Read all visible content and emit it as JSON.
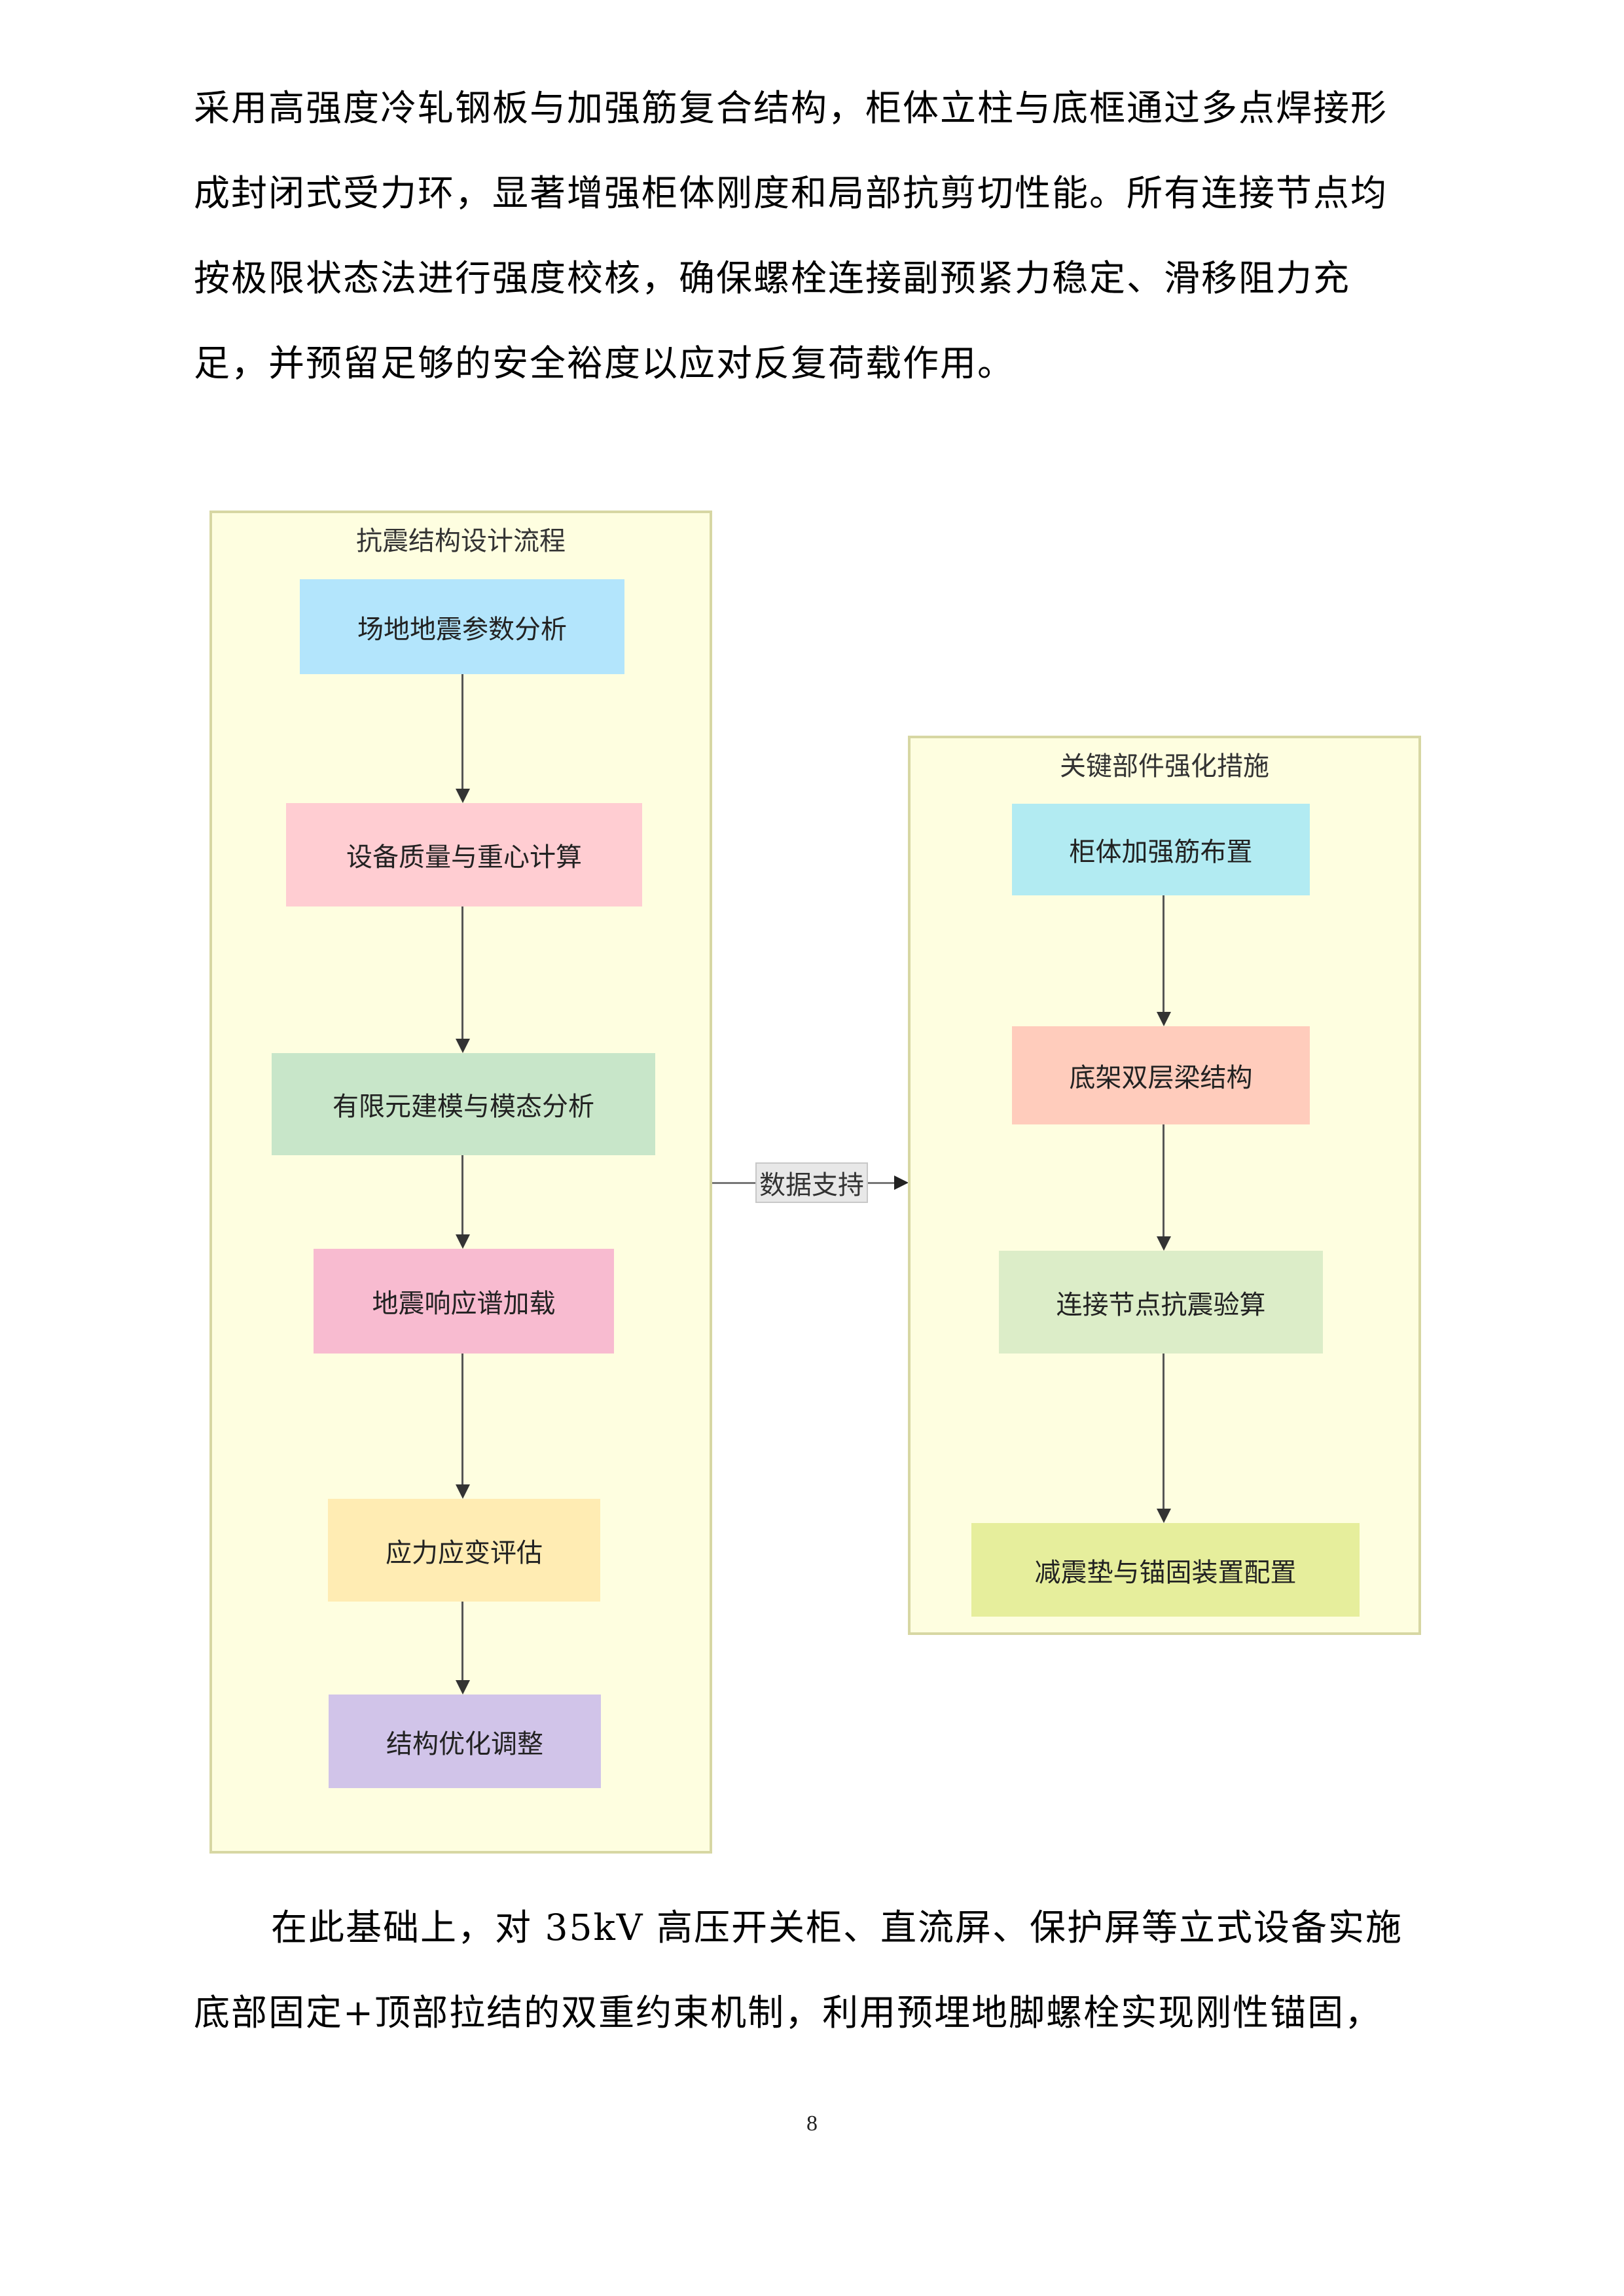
{
  "document": {
    "paragraph_top": {
      "lines": [
        "采用高强度冷轧钢板与加强筋复合结构，柜体立柱与底框通过多点焊接形",
        "成封闭式受力环，显著增强柜体刚度和局部抗剪切性能。所有连接节点均",
        "按极限状态法进行强度校核，确保螺栓连接副预紧力稳定、滑移阻力充",
        "足，并预留足够的安全裕度以应对反复荷载作用。"
      ]
    },
    "paragraph_bottom": {
      "lines": [
        "在此基础上，对 35kV 高压开关柜、直流屏、保护屏等立式设备实施",
        "底部固定+顶部拉结的双重约束机制，利用预埋地脚螺栓实现刚性锚固，"
      ]
    },
    "page_number": "8"
  },
  "diagram": {
    "left_cluster": {
      "title": "抗震结构设计流程",
      "nodes": [
        {
          "label": "场地地震参数分析",
          "color": "#b3e5fc"
        },
        {
          "label": "设备质量与重心计算",
          "color": "#ffcdd2"
        },
        {
          "label": "有限元建模与模态分析",
          "color": "#c8e6c9"
        },
        {
          "label": "地震响应谱加载",
          "color": "#f8bbd0"
        },
        {
          "label": "应力应变评估",
          "color": "#ffecb3"
        },
        {
          "label": "结构优化调整",
          "color": "#d1c4e9"
        }
      ]
    },
    "right_cluster": {
      "title": "关键部件强化措施",
      "nodes": [
        {
          "label": "柜体加强筋布置",
          "color": "#b2ebf2"
        },
        {
          "label": "底架双层梁结构",
          "color": "#ffccbc"
        },
        {
          "label": "连接节点抗震验算",
          "color": "#dcedc8"
        },
        {
          "label": "减震垫与锚固装置配置",
          "color": "#e6ee9c"
        }
      ]
    },
    "link": {
      "label": "数据支持",
      "from": "抗震结构设计流程",
      "to": "关键部件强化措施"
    },
    "colors": {
      "cluster_fill": "#fefee0",
      "cluster_border": "#d7d7a3",
      "edge": "#555555"
    }
  }
}
